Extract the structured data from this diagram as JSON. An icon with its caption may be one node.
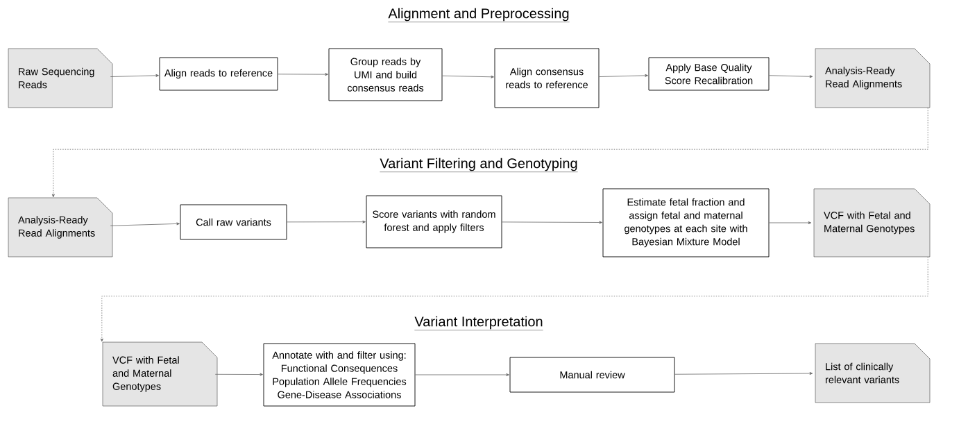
{
  "diagram": {
    "nodes": [
      {
        "text": [
          "Raw Sequencing Reads"
        ]
      },
      {
        "text": [
          "Align reads to reference"
        ]
      },
      {
        "text": [
          "Group reads by UMI and build consensus reads"
        ]
      },
      {
        "text": [
          "Align consensus reads to reference"
        ]
      },
      {
        "text": [
          "Apply Base Quality Score Recalibration"
        ]
      },
      {
        "text": [
          "Analysis-Ready Read Alignments"
        ]
      },
      {
        "text": [
          "Analysis-Ready Read Alignments"
        ]
      },
      {
        "text": [
          "Call raw variants"
        ]
      },
      {
        "text": [
          "Score variants with random forest and apply filters"
        ]
      },
      {
        "text": [
          "Estimate fetal fraction and assign fetal and maternal genotypes at each site with Bayesian Mixture Model"
        ]
      },
      {
        "text": [
          "VCF with Fetal and Maternal Genotypes"
        ]
      },
      {
        "text": [
          "VCF with Fetal and Maternal Genotypes"
        ]
      },
      {
        "text": [
          "Annotate with and filter using: Functional Consequences Population Allele Frequencies Gene-Disease Associations"
        ]
      },
      {
        "text": [
          "Manual review"
        ]
      },
      {
        "text": [
          "List of clinically relevant variants"
        ]
      }
    ],
    "edges": [
      {
        "from": 0,
        "to": 1,
        "arrow": "to"
      },
      {
        "from": 1,
        "to": 2,
        "arrow": "to"
      },
      {
        "from": 2,
        "to": 3,
        "arrow": "to"
      },
      {
        "from": 3,
        "to": 4,
        "arrow": "to"
      },
      {
        "from": 4,
        "to": 5,
        "arrow": "to"
      },
      {
        "from": 5,
        "to": 6,
        "arrow": "to",
        "style": "dashed"
      },
      {
        "from": 6,
        "to": 7,
        "arrow": "to"
      },
      {
        "from": 7,
        "to": 8,
        "arrow": "to"
      },
      {
        "from": 8,
        "to": 9,
        "arrow": "to"
      },
      {
        "from": 9,
        "to": 10,
        "arrow": "to"
      },
      {
        "from": 10,
        "to": 11,
        "arrow": "to",
        "style": "dashed"
      },
      {
        "from": 11,
        "to": 12,
        "arrow": "to"
      },
      {
        "from": 12,
        "to": 13,
        "arrow": "to"
      },
      {
        "from": 13,
        "to": 14,
        "arrow": "to"
      }
    ],
    "labels": [
      "Alignment and Preprocessing",
      "Variant Filtering and Genotyping",
      "Variant Interpretation"
    ]
  }
}
